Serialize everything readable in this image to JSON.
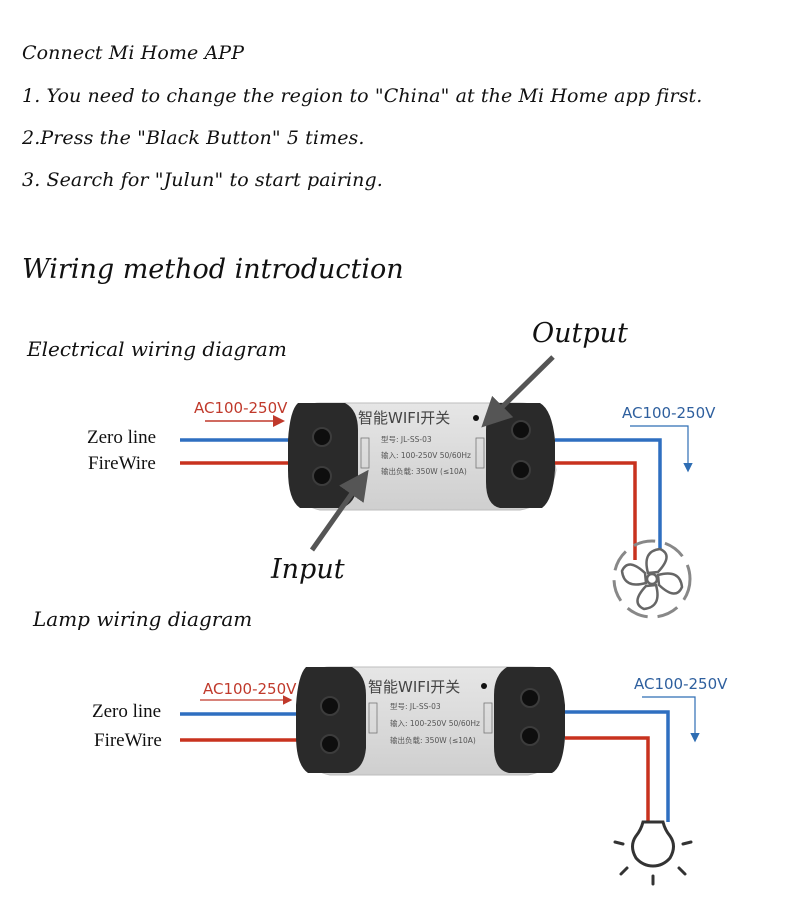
{
  "instructions": {
    "title": "Connect Mi Home APP",
    "step1": "1. You need to change the region to \"China\" at the Mi Home app first.",
    "step2": "2.Press the \"Black Button\" 5 times.",
    "step3": "3. Search for \"Julun\" to start pairing."
  },
  "heading": "Wiring method introduction",
  "electrical": {
    "title": "Electrical wiring diagram",
    "output_label": "Output",
    "input_label": "Input",
    "ac_in": "AC100-250V",
    "ac_out": "AC100-250V",
    "zero_line": "Zero line",
    "fire_wire": "FireWire",
    "load_icon": "fan-icon"
  },
  "lamp": {
    "title": "Lamp wiring diagram",
    "ac_in": "AC100-250V",
    "ac_out": "AC100-250V",
    "zero_line": "Zero line",
    "fire_wire": "FireWire",
    "load_icon": "lightbulb-icon"
  },
  "device": {
    "brand": "智能WIFI开关",
    "model": "型号: JL-SS-03",
    "input": "输入: 100-250V 50/60Hz",
    "load": "输出负载: 350W (≤10A)"
  },
  "colors": {
    "blue_wire": "#2f6fc0",
    "red_wire": "#c8321e",
    "ac_text": "#2e5f9e",
    "ac_in_text": "#c0392b"
  }
}
